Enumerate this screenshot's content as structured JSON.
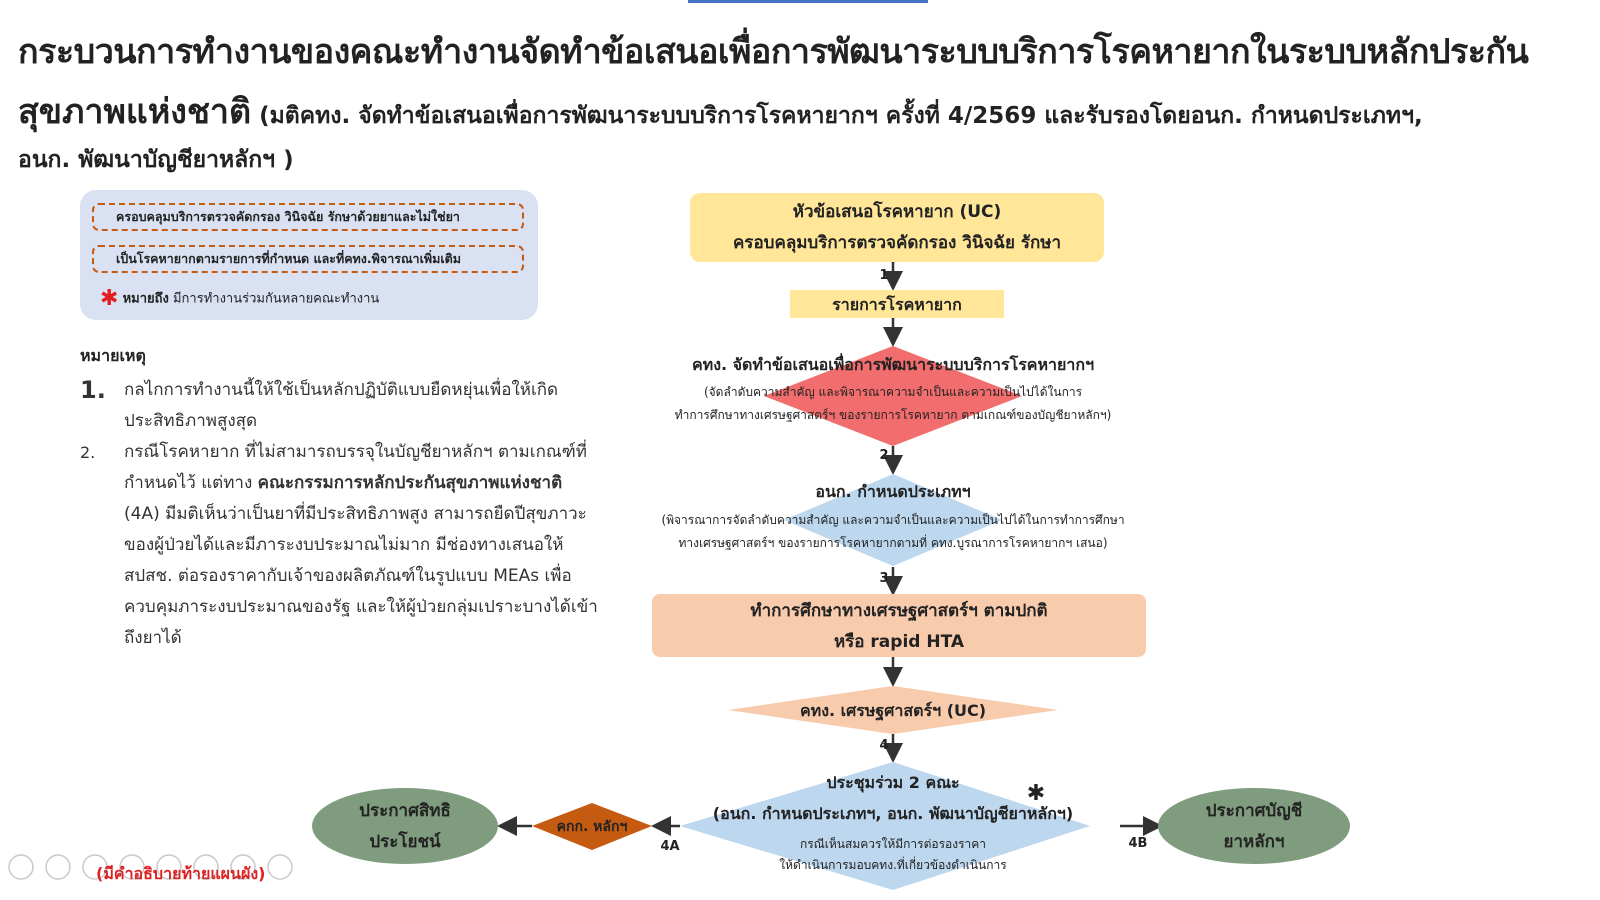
{
  "title": {
    "line1": "กระบวนการทำงานของคณะทำงานจัดทำข้อเสนอเพื่อการพัฒนาระบบบริการโรคหายากในระบบหลักประกัน",
    "line2_main": "สุขภาพแห่งชาติ",
    "line2_sub": " (มติคทง. จัดทำข้อเสนอเพื่อการพัฒนาระบบบริการโรคหายากฯ ครั้งที่ 4/2569 และรับรองโดยอนก. กำหนดประเภทฯ,",
    "line3": "อนก. พัฒนาบัญชียาหลักฯ )"
  },
  "legend": {
    "item1": "ครอบคลุมบริการตรวจคัดกรอง วินิจฉัย รักษาด้วยยาและไม่ใช่ยา",
    "item2": "เป็นโรคหายากตามรายการที่กำหนด และที่คทง.พิจารณาเพิ่มเติม",
    "star_label": "หมายถึง",
    "star_text": " มีการทำงานร่วมกันหลายคณะทำงาน"
  },
  "notes": {
    "title": "หมายเหตุ",
    "n1_num": "1.",
    "n1_text": "กลไกการทำงานนี้ให้ใช้เป็นหลักปฏิบัติแบบยืดหยุ่นเพื่อให้เกิดประสิทธิภาพสูงสุด",
    "n2_num": "2.",
    "n2_text_a": "กรณีโรคหายาก ที่ไม่สามารถบรรจุในบัญชียาหลักฯ ตามเกณฑ์ที่กำหนดไว้ แต่ทาง ",
    "n2_text_bold": "คณะกรรมการหลักประกันสุขภาพแห่งชาติ",
    "n2_text_b": " (4A) มีมติเห็นว่าเป็นยาที่มีประสิทธิภาพสูง สามารถยืดปีสุขภาวะของผู้ป่วยได้และมีภาระงบประมาณไม่มาก มีช่องทางเสนอให้สปสช. ต่อรองราคากับเจ้าของผลิตภัณฑ์ในรูปแบบ MEAs เพื่อควบคุมภาระงบประมาณของรัฐ และให้ผู้ป่วยกลุ่มเปราะบางได้เข้าถึงยาได้"
  },
  "footer_note": "(มีคำอธิบายท้ายแผนผัง)",
  "flow": {
    "box1_line1": "หัวข้อเสนอโรคหายาก (UC)",
    "box1_line2": "ครอบคลุมบริการตรวจคัดกรอง วินิจฉัย รักษา",
    "step1": "1",
    "box_list": "รายการโรคหายาก",
    "d1_title": "คทง. จัดทำข้อเสนอเพื่อการพัฒนาระบบบริการโรคหายากฯ",
    "d1_sub1": "(จัดลำดับความสำคัญ และพิจารณาความจำเป็นและความเป็นไปได้ในการ",
    "d1_sub2": "ทำการศึกษาทางเศรษฐศาสตร์ฯ ของรายการโรคหายาก ตามเกณฑ์ของบัญชียาหลักฯ)",
    "step2": "2",
    "d2_title": "อนก. กำหนดประเภทฯ",
    "d2_sub1": "(พิจารณาการจัดลำดับความสำคัญ และความจำเป็นและความเป็นไปได้ในการทำการศึกษา",
    "d2_sub2": "ทางเศรษฐศาสตร์ฯ ของรายการโรคหายากตามที่ คทง.บูรณาการโรคหายากฯ เสนอ)",
    "step3": "3",
    "box_econ_line1": "ทำการศึกษาทางเศรษฐศาสตร์ฯ ตามปกติ",
    "box_econ_line2": "หรือ rapid HTA",
    "d3_title": "คทง. เศรษฐศาสตร์ฯ (UC)",
    "step4": "4",
    "d4_title": "ประชุมร่วม 2 คณะ",
    "d4_line2": "(อนก. กำหนดประเภทฯ, อนก. พัฒนาบัญชียาหลักฯ)",
    "d4_sub1": "กรณีเห็นสมควรให้มีการต่อรองราคา",
    "d4_sub2": "ให้ดำเนินการมอบคทง.ที่เกี่ยวข้องดำเนินการ",
    "step4a": "4A",
    "d_kkk": "คกก. หลักฯ",
    "ell_left_l1": "ประกาศสิทธิ",
    "ell_left_l2": "ประโยชน์",
    "step4b": "4B",
    "ell_right_l1": "ประกาศบัญชี",
    "ell_right_l2": "ยาหลักฯ"
  },
  "colors": {
    "yellow": "#ffe699",
    "red_diamond": "#f26d6d",
    "blue_diamond": "#bdd7ee",
    "peach": "#f8cbad",
    "dark_orange": "#c55a11",
    "sage": "#7f9c7f",
    "legend_bg": "#d9e1f2",
    "dash": "#c55a11",
    "star": "#e02020"
  }
}
